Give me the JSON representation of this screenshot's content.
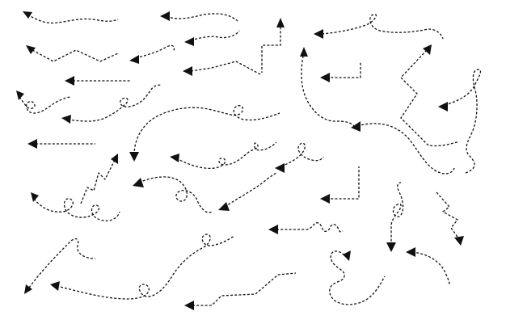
{
  "canvas": {
    "background": "#ffffff",
    "stroke_color": "#111111",
    "style": "dashed-line hand-drawn arrows"
  },
  "arrows": [
    {
      "id": "a1",
      "icon": "wavy-arrow-icon"
    },
    {
      "id": "a2",
      "icon": "curved-arrow-icon"
    },
    {
      "id": "a3",
      "icon": "zigzag-arrow-icon"
    },
    {
      "id": "a4",
      "icon": "curved-arrow-icon"
    },
    {
      "id": "a5",
      "icon": "wavy-arrow-icon"
    },
    {
      "id": "a6",
      "icon": "elbow-arrow-icon"
    },
    {
      "id": "a7",
      "icon": "zigzag-arrow-icon"
    },
    {
      "id": "a8",
      "icon": "loop-arrow-icon"
    },
    {
      "id": "a9",
      "icon": "straight-arrow-icon"
    },
    {
      "id": "a10",
      "icon": "loop-arrow-icon"
    },
    {
      "id": "a11",
      "icon": "loop-arrow-icon"
    },
    {
      "id": "a12",
      "icon": "elbow-arrow-icon"
    },
    {
      "id": "a13",
      "icon": "zigzag-arrow-icon"
    },
    {
      "id": "a14",
      "icon": "loop-arrow-icon"
    },
    {
      "id": "a15",
      "icon": "loop-arrow-icon"
    },
    {
      "id": "a16",
      "icon": "straight-arrow-icon"
    },
    {
      "id": "a17",
      "icon": "loop-arrow-icon"
    },
    {
      "id": "a18",
      "icon": "wavy-arrow-icon"
    },
    {
      "id": "a19",
      "icon": "loop-arrow-icon"
    },
    {
      "id": "a20",
      "icon": "curved-arrow-icon"
    },
    {
      "id": "a21",
      "icon": "zigzag-arrow-icon"
    },
    {
      "id": "a22",
      "icon": "loop-arrow-icon"
    },
    {
      "id": "a23",
      "icon": "loop-arrow-icon"
    },
    {
      "id": "a24",
      "icon": "loop-arrow-icon"
    },
    {
      "id": "a25",
      "icon": "elbow-arrow-icon"
    },
    {
      "id": "a26",
      "icon": "loop-arrow-icon"
    },
    {
      "id": "a27",
      "icon": "curved-arrow-icon"
    },
    {
      "id": "a28",
      "icon": "zigzag-arrow-icon"
    },
    {
      "id": "a29",
      "icon": "wavy-arrow-icon"
    },
    {
      "id": "a30",
      "icon": "curved-arrow-icon"
    },
    {
      "id": "a31",
      "icon": "loop-arrow-icon"
    },
    {
      "id": "a32",
      "icon": "step-arrow-icon"
    },
    {
      "id": "a33",
      "icon": "loop-arrow-icon"
    },
    {
      "id": "a34",
      "icon": "curved-arrow-icon"
    },
    {
      "id": "a35",
      "icon": "curved-arrow-icon"
    }
  ]
}
